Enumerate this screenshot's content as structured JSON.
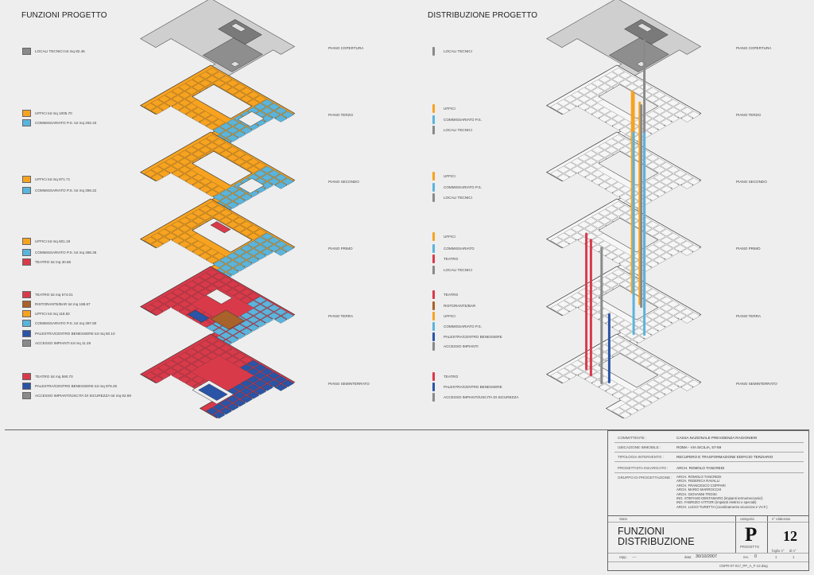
{
  "titles": {
    "left": "FUNZIONI PROGETTO",
    "right": "DISTRIBUZIONE PROGETTO"
  },
  "colors": {
    "grey": "#8a8a8a",
    "orange": "#f7a320",
    "lightblue": "#5ab4dc",
    "red": "#d93a4a",
    "brown": "#a8622a",
    "darkblue": "#2a54a6"
  },
  "floors": [
    "PIANO COPERTURA",
    "PIANO TERZO",
    "PIANO SECONDO",
    "PIANO PRIMO",
    "PIANO TERRA",
    "PIANO SEMINTERRATO"
  ],
  "legend": [
    [
      {
        "label": "LOCALI TECNICI  tot mq 82.46",
        "color": "#8a8a8a"
      }
    ],
    [
      {
        "label": "UFFICI  tot mq 1005.70",
        "color": "#f7a320"
      },
      {
        "label": "COMMISSARIATO P.S.  tot mq 292.43",
        "color": "#5ab4dc"
      }
    ],
    [
      {
        "label": "UFFICI  tot mq 971.71",
        "color": "#f7a320"
      },
      {
        "label": "COMMISSARIATO P.S.  tot mq 396.22",
        "color": "#5ab4dc"
      }
    ],
    [
      {
        "label": "UFFICI  tot mq 601.19",
        "color": "#f7a320"
      },
      {
        "label": "COMMISSARIATO P.S.  tot mq 486.36",
        "color": "#5ab4dc"
      },
      {
        "label": "TEATRO  tot mq 30.86",
        "color": "#d93a4a"
      }
    ],
    [
      {
        "label": "TEATRO  tot mq 574.01",
        "color": "#d93a4a"
      },
      {
        "label": "RISTORANTE/BAR  tot mq 188.67",
        "color": "#a8622a"
      },
      {
        "label": "UFFICI  tot mq 118.82",
        "color": "#f7a320"
      },
      {
        "label": "COMMISSARIATO P.S.  tot mq 397.80",
        "color": "#5ab4dc"
      },
      {
        "label": "PALESTRA/CENTRO BENESSERE  tot mq 50.10",
        "color": "#2a54a6"
      },
      {
        "label": "ACCESSO IMPIANTI  tot mq 11.26",
        "color": "#8a8a8a"
      }
    ],
    [
      {
        "label": "TEATRO  tot mq 590.70",
        "color": "#d93a4a"
      },
      {
        "label": "PALESTRA/CENTRO BENESSERE  tot mq 978.25",
        "color": "#2a54a6"
      },
      {
        "label": "ACCESSO IMPIANTI/USCITA DI SICUREZZA  tot mq 82.69",
        "color": "#8a8a8a"
      }
    ]
  ],
  "distribution": [
    [
      {
        "label": "LOCALI TECNICI",
        "color": "#8a8a8a"
      }
    ],
    [
      {
        "label": "UFFICI",
        "color": "#f7a320"
      },
      {
        "label": "COMMISSARIATO P.S.",
        "color": "#5ab4dc"
      },
      {
        "label": "LOCALI TECNICI",
        "color": "#8a8a8a"
      }
    ],
    [
      {
        "label": "UFFICI",
        "color": "#f7a320"
      },
      {
        "label": "COMMISSARIATO P.S.",
        "color": "#5ab4dc"
      },
      {
        "label": "LOCALI TECNICI",
        "color": "#8a8a8a"
      }
    ],
    [
      {
        "label": "UFFICI",
        "color": "#f7a320"
      },
      {
        "label": "COMMISSARIATO",
        "color": "#5ab4dc"
      },
      {
        "label": "TEATRO",
        "color": "#d93a4a"
      },
      {
        "label": "LOCALI TECNICI",
        "color": "#8a8a8a"
      }
    ],
    [
      {
        "label": "TEATRO",
        "color": "#d93a4a"
      },
      {
        "label": "RISTORANTE/BAR",
        "color": "#a8622a"
      },
      {
        "label": "UFFICI",
        "color": "#f7a320"
      },
      {
        "label": "COMMISSARIATO P.S.",
        "color": "#5ab4dc"
      },
      {
        "label": "PALESTRA/CENTRO BENESSERE",
        "color": "#2a54a6"
      },
      {
        "label": "ACCESSO IMPIANTI",
        "color": "#8a8a8a"
      }
    ],
    [
      {
        "label": "TEATRO",
        "color": "#d93a4a"
      },
      {
        "label": "PALESTRA/CENTRO BENESSERE",
        "color": "#2a54a6"
      },
      {
        "label": "ACCESSO IMPIANTI/USCITA DI SICUREZZA",
        "color": "#8a8a8a"
      }
    ]
  ],
  "titleblock": {
    "committente_key": "COMMITTENTE :",
    "committente": "CASSA NAZIONALE PREVIDENZA RAGIONIERI",
    "ubicazione_key": "UBICAZIONE IMMOBILE :",
    "ubicazione": "ROMA - VIA SICILIA, 57-59",
    "tipologia_key": "TIPOLOGIA INTERVENTO :",
    "tipologia": "RECUPERO E TRASFORMAZIONE EDIFICIO TERZIARIO",
    "progettista_key": "PROGETTISTA INCARICATO :",
    "progettista": "ARCH. ROMOLO TANCREDI",
    "gruppo_key": "GRUPPO DI PROGETTAZIONE :",
    "team": [
      "ARCH. ROMOLO TANCREDI",
      "ARCH. FEDERICA RAVALLI",
      "ARCH. FRANCESCO COPPARI",
      "ARCH. MARIO MARROCCHI",
      "ARCH. GIOVANNI TROISI",
      "ING. STEFANO DENTAMARO (impianti termomeccanici)",
      "ING. FABRIZIO VITTORI (impianti elettrici e speciali)",
      "ARCH. LUCIO TURETTA (coordinamento sicurezza e VV.F.)"
    ],
    "stato_key": "Stato",
    "categoria_key": "categoria",
    "elaborato_key": "n° elaborato",
    "title_line1": "FUNZIONI",
    "title_line2": "DISTRIBUZIONE",
    "categoria_letter": "P",
    "categoria_word": "PROGETTO",
    "number": "12",
    "rapp_key": "rapp.",
    "rapp": "----",
    "data_key": "data",
    "data": "30/10/2007",
    "rev_key": "rev.",
    "rev": "0",
    "foglio_key": "foglio n°",
    "foglio": "1",
    "di_key": "di n°",
    "di": "1",
    "footer": "CNPR-07-017_PP_A_F-12.dwg"
  }
}
